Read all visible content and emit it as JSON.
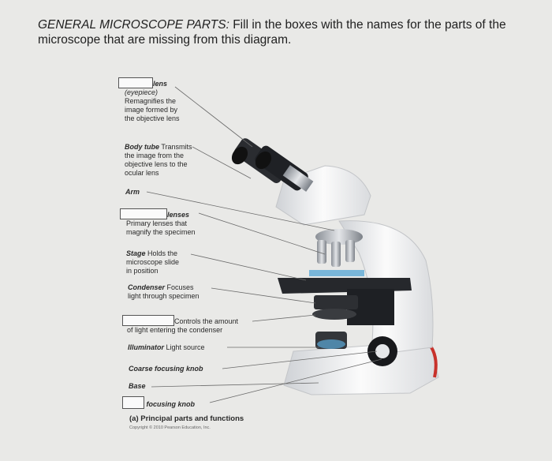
{
  "question": {
    "heading": "GENERAL MICROSCOPE PARTS:",
    "text": "Fill in the boxes with the names for the parts of the microscope that are missing from this diagram."
  },
  "labels": {
    "ocular_lens": {
      "name": "lens",
      "desc1": "(eyepiece)",
      "desc2": "Remagnifies the",
      "desc3": "image formed by",
      "desc4": "the objective lens"
    },
    "body_tube": {
      "name": "Body tube",
      "desc1": "Transmits",
      "desc2": "the image from the",
      "desc3": "objective lens to the",
      "desc4": "ocular lens"
    },
    "arm": {
      "name": "Arm"
    },
    "objective_lenses": {
      "name": "lenses",
      "desc1": "Primary lenses that",
      "desc2": "magnify the specimen"
    },
    "stage": {
      "name": "Stage",
      "desc1": "Holds the",
      "desc2": "microscope slide",
      "desc3": "in position"
    },
    "condenser": {
      "name": "Condenser",
      "desc1": "Focuses",
      "desc2": "light through specimen"
    },
    "iris": {
      "desc1": "Controls the amount",
      "desc2": "of light entering the condenser"
    },
    "illuminator": {
      "name": "Illuminator",
      "desc1": "Light source"
    },
    "coarse": {
      "name": "Coarse focusing knob"
    },
    "base": {
      "name": "Base"
    },
    "fine": {
      "name": "focusing knob"
    }
  },
  "caption": "(a) Principal parts and functions",
  "copyright": "Copyright © 2010 Pearson Education, Inc."
}
